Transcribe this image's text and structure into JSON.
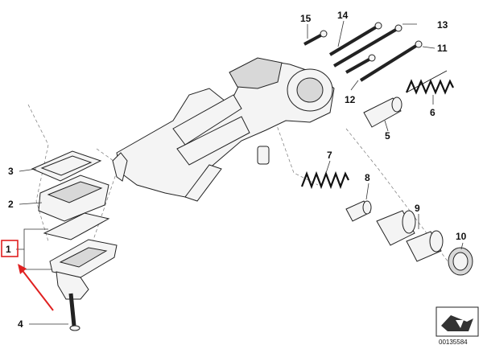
{
  "callouts": [
    {
      "id": "1",
      "label": "1"
    },
    {
      "id": "2",
      "label": "2"
    },
    {
      "id": "3",
      "label": "3"
    },
    {
      "id": "4",
      "label": "4"
    },
    {
      "id": "5",
      "label": "5"
    },
    {
      "id": "6",
      "label": "6"
    },
    {
      "id": "7",
      "label": "7"
    },
    {
      "id": "8",
      "label": "8"
    },
    {
      "id": "9",
      "label": "9"
    },
    {
      "id": "10",
      "label": "10"
    },
    {
      "id": "11",
      "label": "11"
    },
    {
      "id": "12",
      "label": "12"
    },
    {
      "id": "13",
      "label": "13"
    },
    {
      "id": "14",
      "label": "14"
    },
    {
      "id": "15",
      "label": "15"
    }
  ],
  "document_number": "00135584",
  "highlight_color": "#e02020"
}
